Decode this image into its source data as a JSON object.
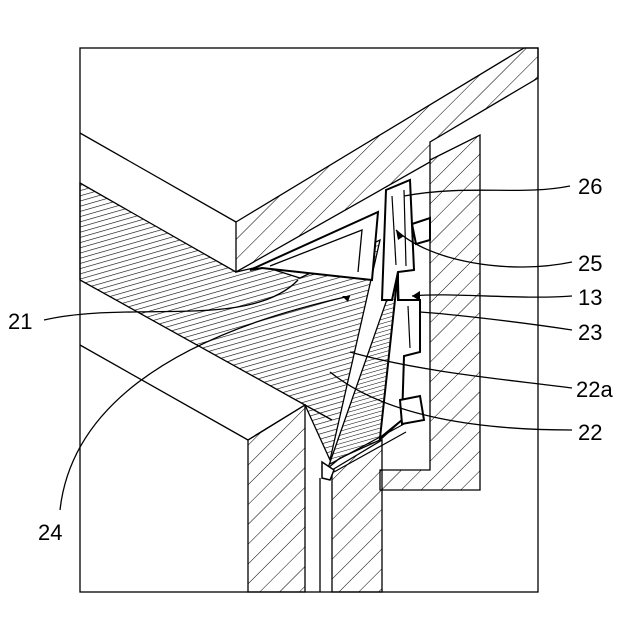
{
  "figure": {
    "reference_numerals": {
      "r26": "26",
      "r25": "25",
      "r13": "13",
      "r23": "23",
      "r21": "21",
      "r22a": "22a",
      "r22": "22",
      "r24": "24"
    }
  },
  "colors": {
    "line": "#000000",
    "background": "#ffffff"
  }
}
